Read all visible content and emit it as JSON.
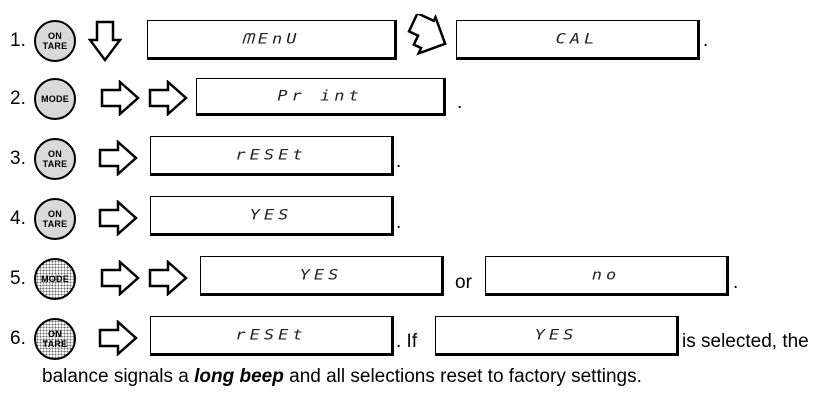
{
  "steps": [
    {
      "num": "1.",
      "button": {
        "line1": "ON",
        "line2": "TARE"
      },
      "display": "ᗰEnU",
      "display2": "CAL",
      "end": "."
    },
    {
      "num": "2.",
      "button": {
        "line1": "MODE",
        "line2": ""
      },
      "display": "Pr int",
      "end": "."
    },
    {
      "num": "3.",
      "button": {
        "line1": "ON",
        "line2": "TARE"
      },
      "display": "rESEt",
      "end": "."
    },
    {
      "num": "4.",
      "button": {
        "line1": "ON",
        "line2": "TARE"
      },
      "display": "YES",
      "end": "."
    },
    {
      "num": "5.",
      "button": {
        "line1": "MODE",
        "line2": ""
      },
      "display": "YES",
      "connector": "or",
      "display2": "no",
      "end": "."
    },
    {
      "num": "6.",
      "button": {
        "line1": "ON",
        "line2": "TARE"
      },
      "display": "rESEt",
      "connector": ". If",
      "display2": "YES",
      "after": "is selected, the"
    }
  ],
  "final_line": {
    "before": "balance signals a ",
    "emphasis": "long beep",
    "after": " and all selections reset to factory settings."
  }
}
